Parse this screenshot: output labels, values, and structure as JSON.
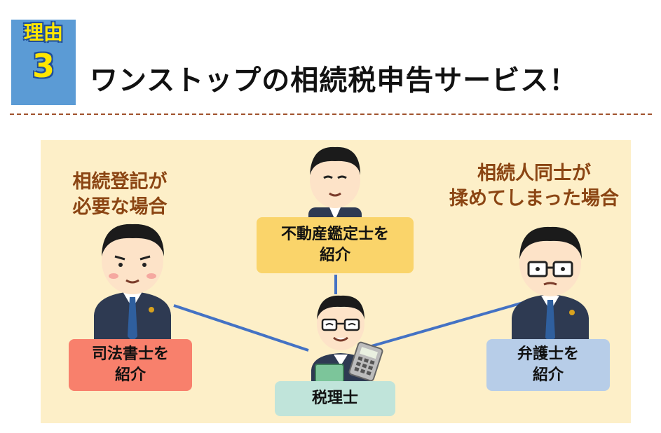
{
  "header": {
    "badge_label": "理由",
    "badge_number": "3",
    "title": "ワンストップの相続税申告サービス！"
  },
  "notes": {
    "left": [
      "相続登記が",
      "必要な場合"
    ],
    "right": [
      "相続人同士が",
      "揉めてしまった場合"
    ]
  },
  "boxes": {
    "appraiser": [
      "不動産鑑定士を",
      "紹介"
    ],
    "scrivener": [
      "司法書士を",
      "紹介"
    ],
    "lawyer": [
      "弁護士を",
      "紹介"
    ],
    "tax_accountant": [
      "税理士"
    ]
  },
  "colors": {
    "appraiser": "#fad46a",
    "scrivener": "#f8806c",
    "lawyer": "#b7cde8",
    "tax_accountant": "#c0e4da",
    "connector": "#4472c4"
  }
}
